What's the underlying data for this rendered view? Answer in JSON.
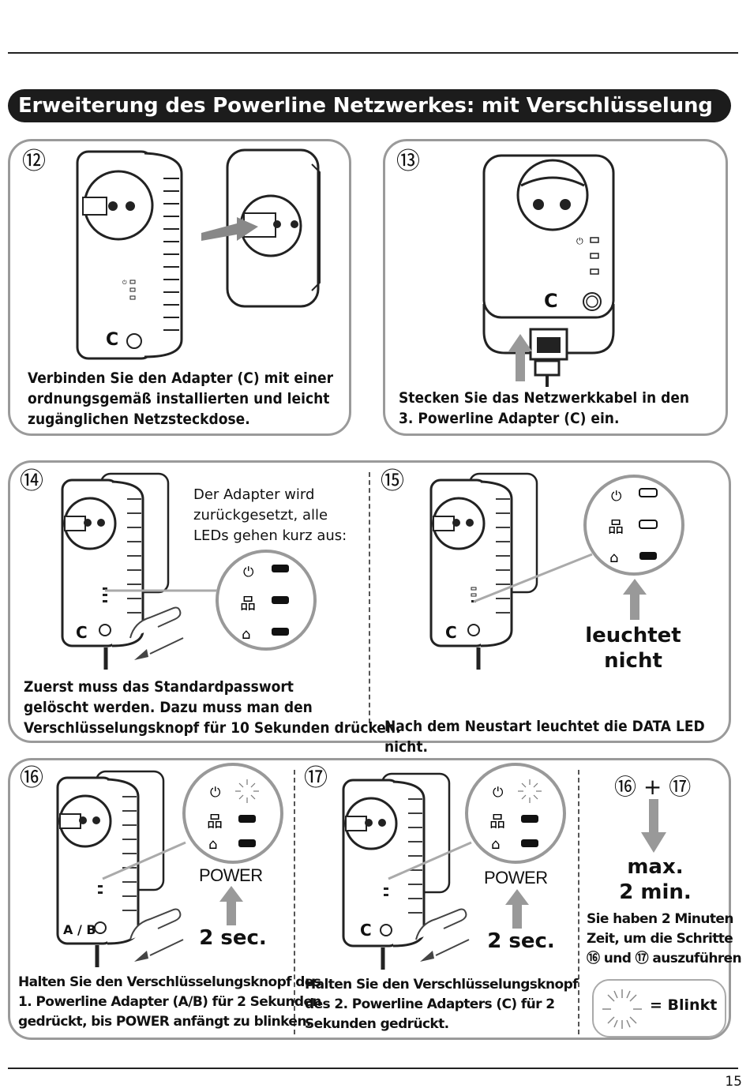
{
  "header": {
    "title": "Erweiterung des Powerline Netzwerkes: mit Verschlüsselung"
  },
  "steps": {
    "s12": {
      "number": "⑫",
      "caption": "Verbinden Sie den Adapter (C) mit einer\nordnungsgemäß installierten und leicht\nzugänglichen Netzsteckdose.",
      "adapter_label": "C"
    },
    "s13": {
      "number": "⑬",
      "caption": "Stecken Sie das Netzwerkkabel in den\n3. Powerline Adapter (C) ein.",
      "adapter_label": "C"
    },
    "s14": {
      "number": "⑭",
      "note": "Der Adapter wird\nzurückgesetzt, alle\nLEDs gehen kurz aus:",
      "caption": "Zuerst muss das Standardpasswort\ngelöscht werden. Dazu muss man den\nVerschlüsselungsknopf für 10 Sekunden drücken.",
      "adapter_label": "C"
    },
    "s15": {
      "number": "⑮",
      "status": "leuchtet\nnicht",
      "caption": "Nach dem Neustart leuchtet die DATA LED nicht.",
      "adapter_label": "C"
    },
    "s16": {
      "number": "⑯",
      "power_label": "POWER",
      "duration": "2 sec.",
      "caption": "Halten Sie den Verschlüsselungsknopf des\n1. Powerline Adapter (A/B) für 2 Sekunden\ngedrückt, bis POWER anfängt zu blinken.",
      "adapter_label": "A / B"
    },
    "s17": {
      "number": "⑰",
      "power_label": "POWER",
      "duration": "2 sec.",
      "caption": "Halten Sie den Verschlüsselungsknopf\ndes 2. Powerline Adapters (C) für 2\nSekunden gedrückt.",
      "adapter_label": "C"
    },
    "combo": {
      "title": "⑯ + ⑰",
      "limit": "max.\n2 min.",
      "caption": "Sie haben 2 Minuten\nZeit, um die Schritte\n⑯ und ⑰ auszuführen",
      "legend": "= Blinkt"
    }
  },
  "icons": [
    "power-icon",
    "network-icon",
    "home-icon",
    "blink-icon",
    "arrow-icon",
    "hand-icon"
  ],
  "footer": {
    "page_number": "15"
  }
}
